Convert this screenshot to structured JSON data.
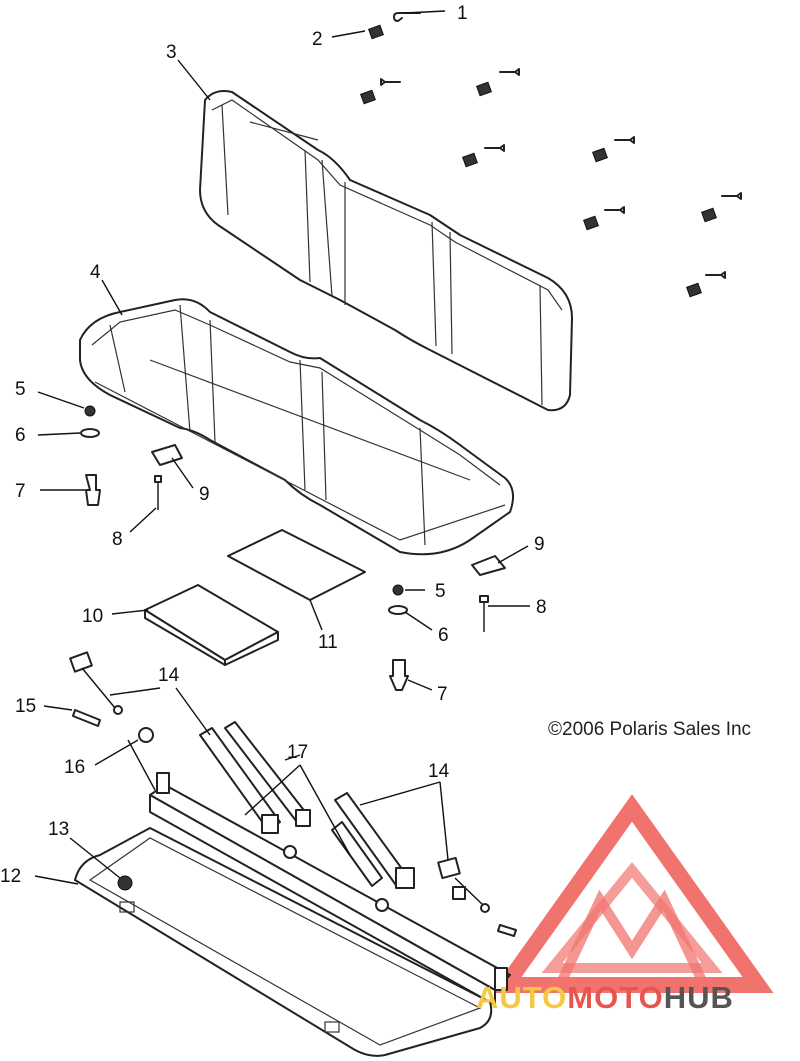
{
  "diagram": {
    "callouts": [
      "1",
      "2",
      "3",
      "4",
      "5",
      "6",
      "7",
      "8",
      "9",
      "10",
      "11",
      "12",
      "13",
      "14",
      "15",
      "16",
      "17"
    ],
    "copyright": "©2006 Polaris Sales Inc",
    "watermark": {
      "part1": "AUTO",
      "part2": "MOTO",
      "part3": "HUB",
      "colors": {
        "auto": "#f5c842",
        "moto": "#e8554e",
        "hub": "#555555",
        "logo": "#ef5b55"
      }
    }
  }
}
